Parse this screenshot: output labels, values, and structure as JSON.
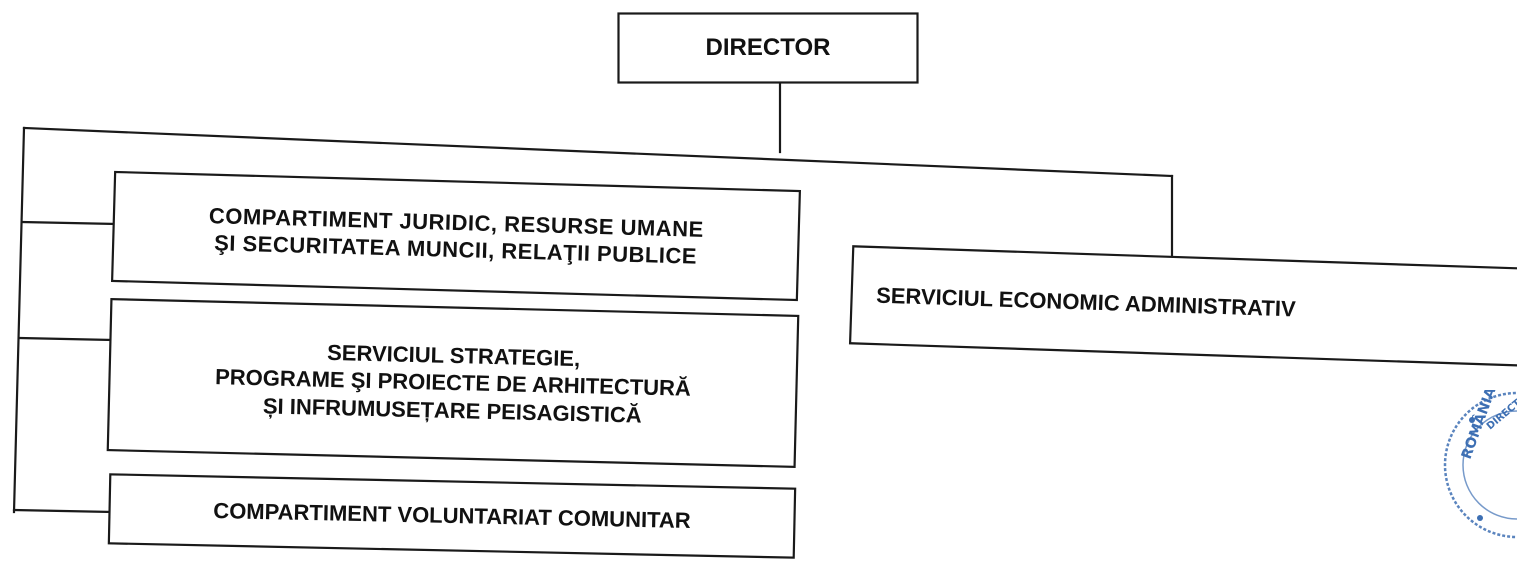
{
  "org_chart": {
    "director": {
      "label": "DIRECTOR"
    },
    "juridic": {
      "lines": [
        "COMPARTIMENT  JURIDIC, RESURSE UMANE",
        "ŞI SECURITATEA MUNCII,  RELAŢII  PUBLICE"
      ]
    },
    "strategie": {
      "lines": [
        "SERVICIUL STRATEGIE,",
        "PROGRAME ŞI PROIECTE DE  ARHITECTURĂ",
        "ȘI INFRUMUSEȚARE PEISAGISTICĂ"
      ]
    },
    "voluntariat": {
      "label": "COMPARTIMENT  VOLUNTARIAT COMUNITAR"
    },
    "economic": {
      "label": "SERVICIUL  ECONOMIC ADMINISTRATIV"
    }
  },
  "stamp": {
    "text": "ROMÂNIA DIRECȚIA",
    "color": "#3d6fb3"
  },
  "colors": {
    "line": "#1a1a1a",
    "text": "#111111"
  }
}
